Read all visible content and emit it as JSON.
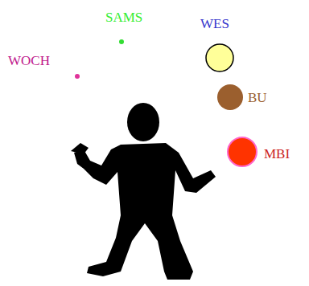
{
  "diagram": {
    "labels": [
      "WOCH",
      "SAMS",
      "WES",
      "BU",
      "MBI"
    ]
  }
}
